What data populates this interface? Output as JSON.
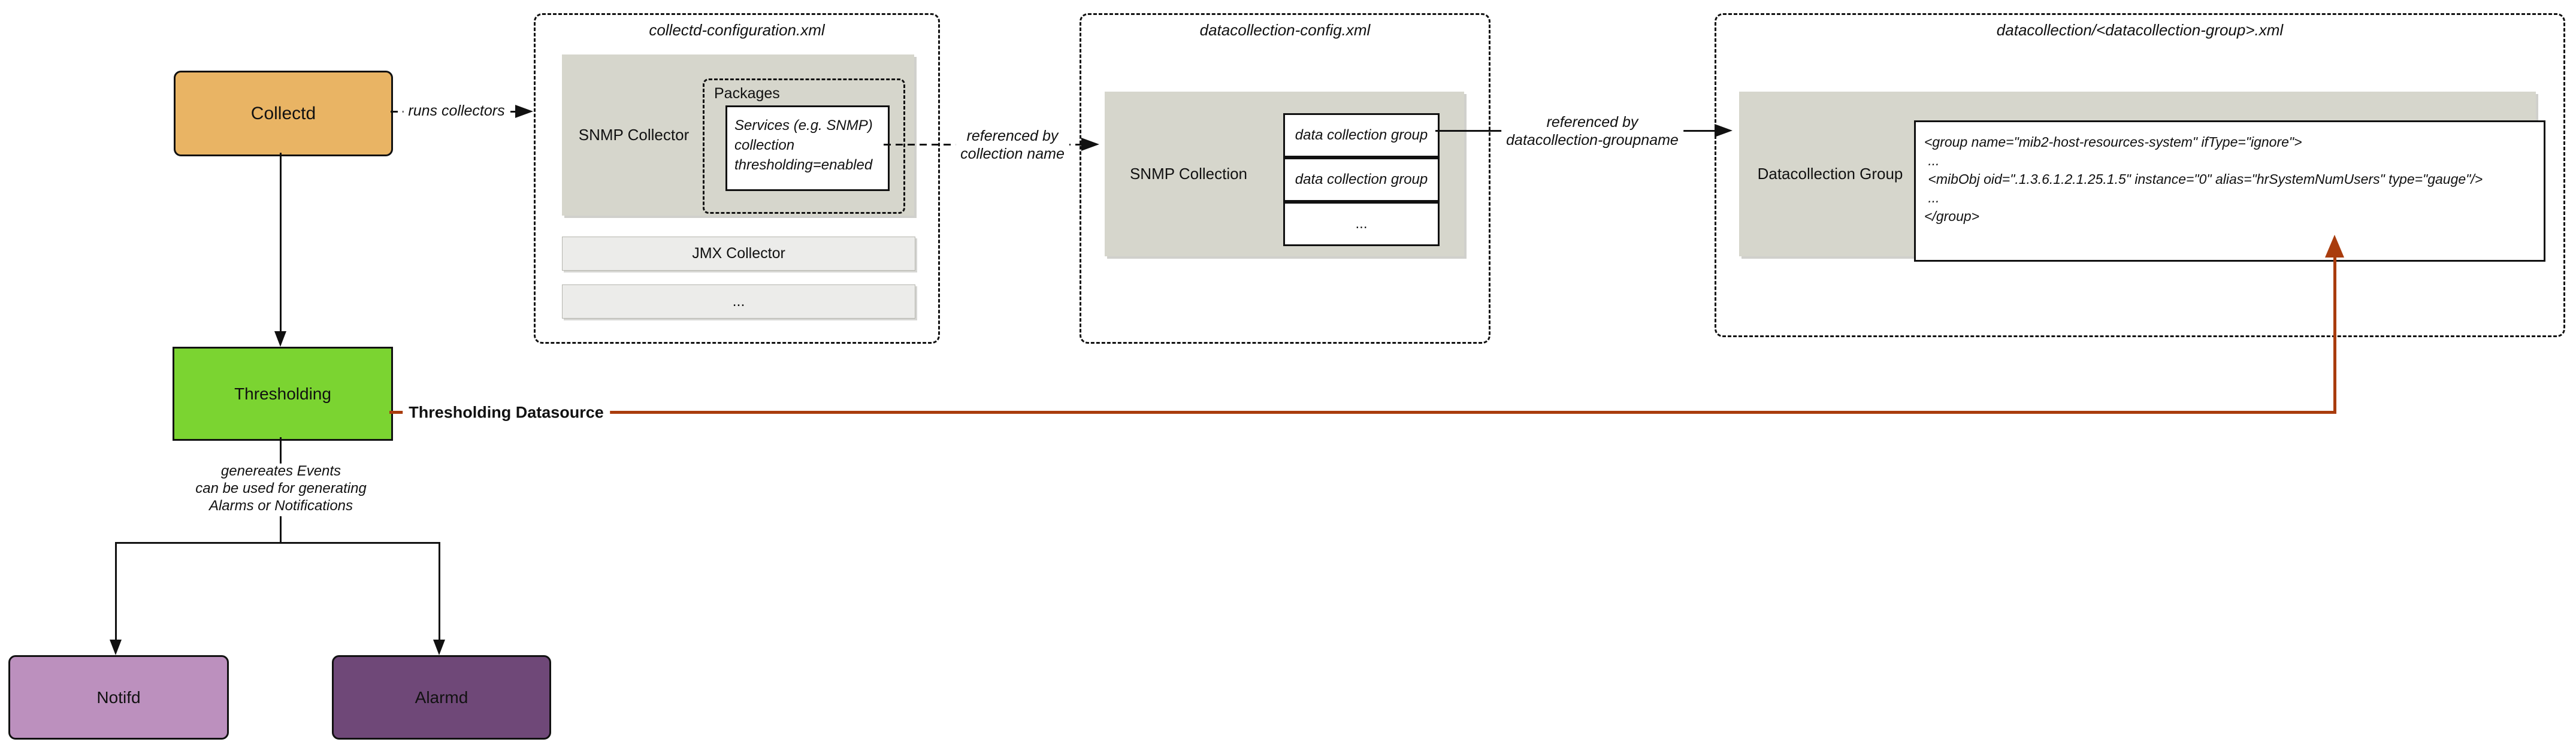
{
  "colors": {
    "line": "#111111",
    "collectd": "#E9B464",
    "thresholding": "#7BD431",
    "notifd": "#BC90BE",
    "alarmd": "#6F4878",
    "gray_box": "#D6D6CC",
    "light_box": "#ECECEA",
    "datasource": "#A93C0D"
  },
  "nodes": {
    "collectd": "Collectd",
    "thresholding": "Thresholding",
    "notifd": "Notifd",
    "alarmd": "Alarmd"
  },
  "files": {
    "collectd_config": {
      "title": "collectd-configuration.xml",
      "snmp_collector": "SNMP Collector",
      "packages": "Packages",
      "services_lines": [
        "Services (e.g. SNMP)",
        "collection",
        "thresholding=enabled"
      ],
      "jmx_collector": "JMX Collector",
      "more": "..."
    },
    "datacollection_config": {
      "title": "datacollection-config.xml",
      "snmp_collection": "SNMP Collection",
      "groups": [
        "data collection group",
        "data collection group",
        "..."
      ]
    },
    "datacollection_group": {
      "title": "datacollection/<datacollection-group>.xml",
      "label": "Datacollection Group",
      "code": [
        "<group name=\"mib2-host-resources-system\" ifType=\"ignore\">",
        " ...",
        " <mibObj oid=\".1.3.6.1.2.1.25.1.5\" instance=\"0\" alias=\"hrSystemNumUsers\" type=\"gauge\"/>",
        " ...",
        "</group>"
      ]
    }
  },
  "edges": {
    "runs_collectors": "runs collectors",
    "referenced_by_collection": [
      "referenced by",
      "collection name"
    ],
    "referenced_by_groupname": [
      "referenced by",
      "datacollection-groupname"
    ],
    "thresholding_datasource": "Thresholding Datasource",
    "generates_events": [
      "genereates Events",
      "can be used for generating",
      "Alarms or Notifications"
    ]
  }
}
